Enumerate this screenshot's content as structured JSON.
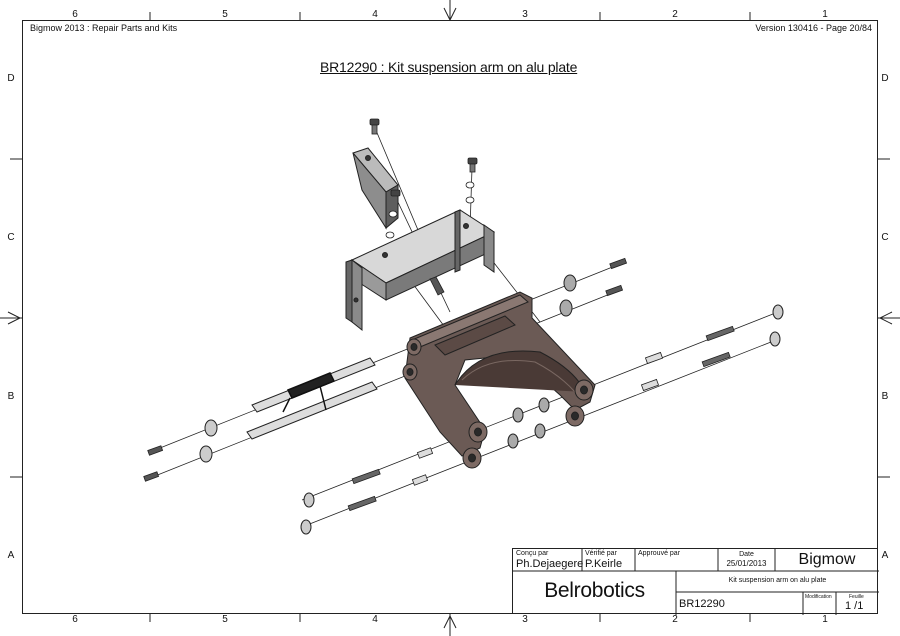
{
  "header": {
    "left": "Bigmow 2013 : Repair Parts and Kits",
    "right": "Version 130416 - Page 20/84"
  },
  "title": "BR12290 : Kit suspension arm on alu plate",
  "zones": {
    "columns": [
      "6",
      "5",
      "4",
      "3",
      "2",
      "1"
    ],
    "rows": [
      "D",
      "C",
      "B",
      "A"
    ]
  },
  "title_block": {
    "concu_par_label": "Conçu par",
    "concu_par_value": "Ph.Dejaegere",
    "verifie_par_label": "Vérifié par",
    "verifie_par_value": "P.Keirle",
    "approuve_par_label": "Approuvé par",
    "date_label": "Date",
    "date_value": "25/01/2013",
    "product": "Bigmow",
    "company": "Belrobotics",
    "description": "Kit suspension arm on alu plate",
    "part_number": "BR12290",
    "modification_label": "Modification",
    "feuille_label": "Feuille",
    "feuille_value": "1 /1"
  },
  "colors": {
    "line": "#222222",
    "part_fill": "#6b5a55",
    "bracket_fill": "#8f8f8f"
  }
}
